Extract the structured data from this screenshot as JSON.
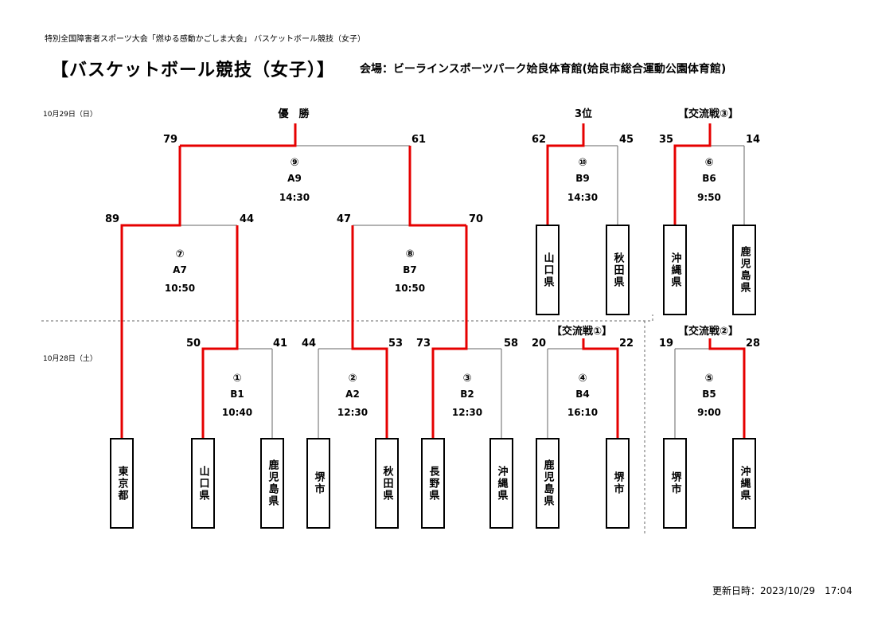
{
  "header": "特別全国障害者スポーツ大会「燃ゆる感動かごしま大会」 バスケットボール競技（女子）",
  "title": "【バスケットボール競技（女子）】",
  "venue": "会場：ビーラインスポーツパーク姶良体育館(姶良市総合運動公園体育館)",
  "dates": {
    "day2": "10月29日（日）",
    "day1": "10月28日（土）"
  },
  "labels": {
    "final": "優　勝",
    "third": "3位",
    "exchange3": "【交流戦③】",
    "exchange1": "【交流戦①】",
    "exchange2": "【交流戦②】"
  },
  "teams": [
    "東京都",
    "山口県",
    "鹿児島県",
    "堺市",
    "秋田県",
    "長野県",
    "沖縄県",
    "鹿児島県",
    "堺市",
    "堺市",
    "沖縄県",
    "山口県",
    "秋田県",
    "沖縄県",
    "鹿児島県"
  ],
  "matches": {
    "m1": {
      "no": "①",
      "code": "B1",
      "time": "10:40",
      "left": "50",
      "right": "41"
    },
    "m2": {
      "no": "②",
      "code": "A2",
      "time": "12:30",
      "left": "44",
      "right": "53"
    },
    "m3": {
      "no": "③",
      "code": "B2",
      "time": "12:30",
      "left": "73",
      "right": "58"
    },
    "m4": {
      "no": "④",
      "code": "B4",
      "time": "16:10",
      "left": "20",
      "right": "22"
    },
    "m5": {
      "no": "⑤",
      "code": "B5",
      "time": "9:00",
      "left": "19",
      "right": "28"
    },
    "m6": {
      "no": "⑥",
      "code": "B6",
      "time": "9:50",
      "left": "35",
      "right": "14"
    },
    "m7": {
      "no": "⑦",
      "code": "A7",
      "time": "10:50",
      "left": "89",
      "right": "44"
    },
    "m8": {
      "no": "⑧",
      "code": "B7",
      "time": "10:50",
      "left": "47",
      "right": "70"
    },
    "m9": {
      "no": "⑨",
      "code": "A9",
      "time": "14:30",
      "left": "79",
      "right": "61"
    },
    "m10": {
      "no": "⑩",
      "code": "B9",
      "time": "14:30",
      "left": "62",
      "right": "45"
    }
  },
  "colors": {
    "winner_line": "#e60000",
    "line": "#555555"
  },
  "updated": "更新日時：2023/10/29　17:04"
}
